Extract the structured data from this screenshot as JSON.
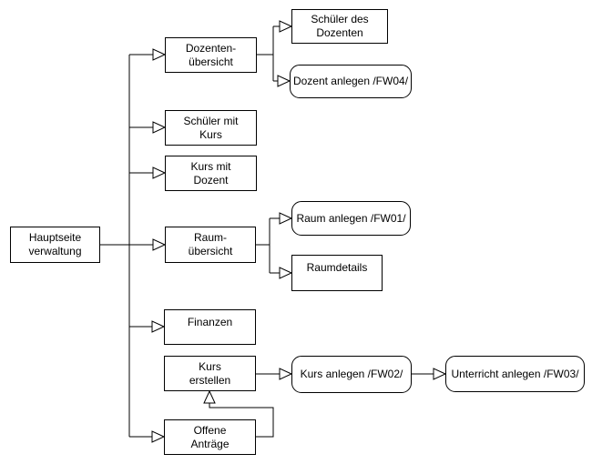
{
  "diagram": {
    "background": "#ffffff",
    "stroke_color": "#000000",
    "fill_color": "#ffffff",
    "arrow_style": "open-triangle",
    "nodes": [
      {
        "id": "hauptseite-verwaltung",
        "label": "Hauptseite\nverwaltung",
        "shape": "rect"
      },
      {
        "id": "dozenten-uebersicht",
        "label": "Dozenten-\nübersicht",
        "shape": "rect"
      },
      {
        "id": "schueler-des-dozenten",
        "label": "Schüler des\nDozenten",
        "shape": "rect"
      },
      {
        "id": "dozent-anlegen-fw04",
        "label": "Dozent anlegen /FW04/",
        "shape": "rounded"
      },
      {
        "id": "schueler-mit-kurs",
        "label": "Schüler mit\nKurs",
        "shape": "rect"
      },
      {
        "id": "kurs-mit-dozent",
        "label": "Kurs mit\nDozent",
        "shape": "rect"
      },
      {
        "id": "raum-uebersicht",
        "label": "Raum-\nübersicht",
        "shape": "rect"
      },
      {
        "id": "raum-anlegen-fw01",
        "label": "Raum anlegen /FW01/",
        "shape": "rounded"
      },
      {
        "id": "raumdetails",
        "label": "Raumdetails",
        "shape": "rect"
      },
      {
        "id": "finanzen",
        "label": "Finanzen",
        "shape": "rect"
      },
      {
        "id": "kurs-erstellen",
        "label": "Kurs\nerstellen",
        "shape": "rect"
      },
      {
        "id": "kurs-anlegen-fw02",
        "label": "Kurs anlegen /FW02/",
        "shape": "rounded"
      },
      {
        "id": "unterricht-anlegen-fw03",
        "label": "Unterricht anlegen /FW03/",
        "shape": "rounded"
      },
      {
        "id": "offene-antraege",
        "label": "Offene\nAnträge",
        "shape": "rect"
      }
    ],
    "edges": [
      {
        "from": "hauptseite-verwaltung",
        "to": "dozenten-uebersicht"
      },
      {
        "from": "hauptseite-verwaltung",
        "to": "schueler-mit-kurs"
      },
      {
        "from": "hauptseite-verwaltung",
        "to": "kurs-mit-dozent"
      },
      {
        "from": "hauptseite-verwaltung",
        "to": "raum-uebersicht"
      },
      {
        "from": "hauptseite-verwaltung",
        "to": "finanzen"
      },
      {
        "from": "hauptseite-verwaltung",
        "to": "offene-antraege"
      },
      {
        "from": "dozenten-uebersicht",
        "to": "schueler-des-dozenten"
      },
      {
        "from": "dozenten-uebersicht",
        "to": "dozent-anlegen-fw04"
      },
      {
        "from": "raum-uebersicht",
        "to": "raum-anlegen-fw01"
      },
      {
        "from": "raum-uebersicht",
        "to": "raumdetails"
      },
      {
        "from": "kurs-erstellen",
        "to": "kurs-anlegen-fw02"
      },
      {
        "from": "kurs-anlegen-fw02",
        "to": "unterricht-anlegen-fw03"
      },
      {
        "from": "offene-antraege",
        "to": "kurs-erstellen"
      }
    ]
  }
}
